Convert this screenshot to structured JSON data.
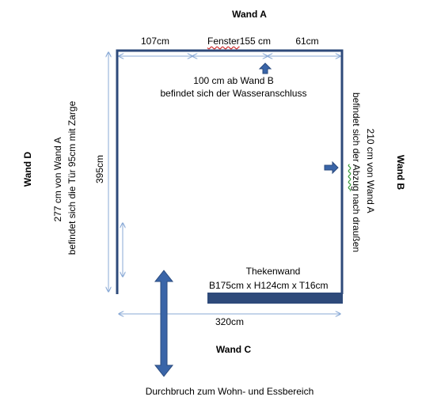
{
  "walls": {
    "a": "Wand A",
    "b": "Wand B",
    "c": "Wand C",
    "d": "Wand D"
  },
  "dimensions": {
    "left_segment": "107cm",
    "window_word": "Fenster",
    "window_width": "155 cm",
    "right_segment": "61cm",
    "depth": "395cm",
    "width": "320cm"
  },
  "notes": {
    "water_line1": "100 cm ab Wand B",
    "water_line2": "befindet sich der Wasseranschluss",
    "door_line1": "277 cm von Wand A",
    "door_line2": "befindet sich die Tür 95cm mit Zarge",
    "drain_line1": "210 cm von Wand A",
    "drain_line2_a": "befindet sich der ",
    "drain_line2_b": "Abzug",
    "drain_line2_c": " nach draußen",
    "counter_title": "Thekenwand",
    "counter_size": "B175cm  x H124cm x T16cm",
    "opening": "Durchbruch zum Wohn- und Essbereich"
  },
  "colors": {
    "wall": "#2e4a7a",
    "counter": "#2e4a7a",
    "arrow_fill": "#3a65a8",
    "arrow_stroke": "#2a4a7e",
    "dimension": "#8aaad6"
  }
}
